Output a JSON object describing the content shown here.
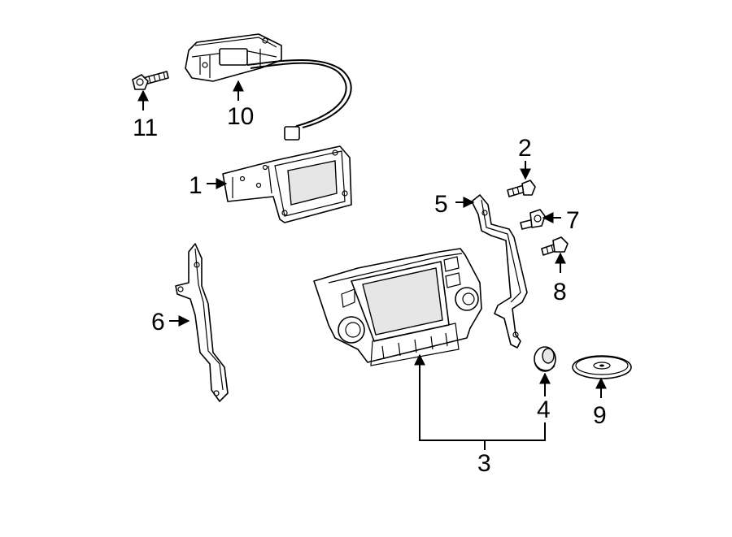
{
  "callouts": {
    "c1": "1",
    "c2": "2",
    "c3": "3",
    "c4": "4",
    "c5": "5",
    "c6": "6",
    "c7": "7",
    "c8": "8",
    "c9": "9",
    "c10": "10",
    "c11": "11"
  },
  "colors": {
    "ink": "#000000",
    "paper": "#ffffff",
    "shade": "#e6e6e6"
  },
  "parts": [
    {
      "callout": "1",
      "icon": "display-bracket-icon"
    },
    {
      "callout": "2",
      "icon": "screw-icon"
    },
    {
      "callout": "3",
      "icon": "navigation-radio-unit-icon"
    },
    {
      "callout": "4",
      "icon": "knob-icon"
    },
    {
      "callout": "5",
      "icon": "right-bracket-icon"
    },
    {
      "callout": "6",
      "icon": "left-bracket-icon"
    },
    {
      "callout": "7",
      "icon": "screw-icon"
    },
    {
      "callout": "8",
      "icon": "screw-icon"
    },
    {
      "callout": "9",
      "icon": "disc-icon"
    },
    {
      "callout": "10",
      "icon": "antenna-module-icon"
    },
    {
      "callout": "11",
      "icon": "bolt-icon"
    }
  ]
}
